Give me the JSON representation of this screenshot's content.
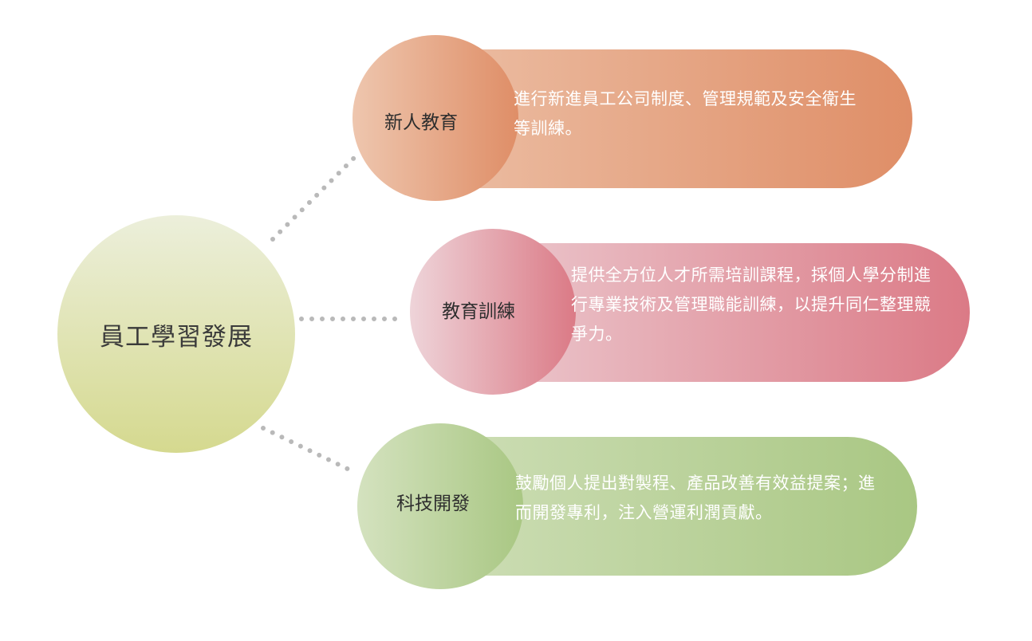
{
  "center": {
    "label": "員工學習發展",
    "color_top": "#ecefdb",
    "color_bottom": "#d5d98f"
  },
  "nodes": [
    {
      "title": "新人教育",
      "description": "進行新進員工公司制度、管理規範及安全衛生等訓練。",
      "color_light": "#eec6ae",
      "color_dark": "#df8e67"
    },
    {
      "title": "教育訓練",
      "description": "提供全方位人才所需培訓課程，採個人學分制進行專業技術及管理職能訓練，以提升同仁整理競爭力。",
      "color_light": "#eed4d9",
      "color_dark": "#db7a86"
    },
    {
      "title": "科技開發",
      "description": "鼓勵個人提出對製程、產品改善有效益提案；進而開發專利，注入營運利潤貢獻。",
      "color_light": "#d4e2bf",
      "color_dark": "#a9c783"
    }
  ],
  "connector_color": "#b9b9b9"
}
